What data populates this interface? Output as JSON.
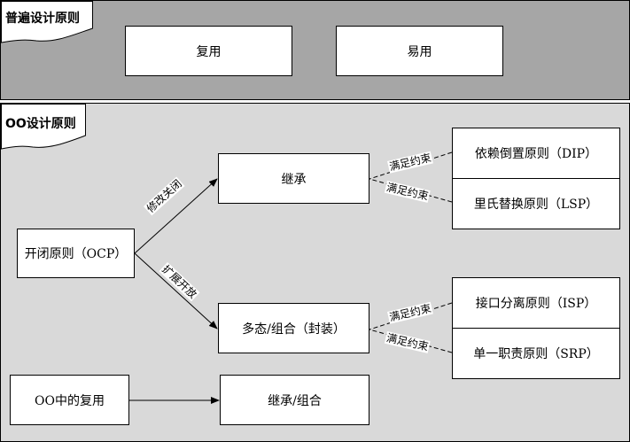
{
  "top_section": {
    "title": "普遍设计原则",
    "boxes": {
      "reuse": "复用",
      "ease_of_use": "易用"
    }
  },
  "oo_section": {
    "title": "OO设计原则",
    "ocp": "开闭原则（OCP）",
    "inheritance": "继承",
    "polymorphism": "多态/组合（封装）",
    "dip": "依赖倒置原则（DIP）",
    "lsp": "里氏替换原则（LSP）",
    "isp": "接口分离原则（ISP）",
    "srp": "单一职责原则（SRP）",
    "oo_reuse": "OO中的复用",
    "inheritance_composition": "继承/组合",
    "edge_labels": {
      "closed_for_modification": "修改关闭",
      "open_for_extension": "扩展开放",
      "constraint_1": "满足约束",
      "constraint_2": "满足约束",
      "constraint_3": "满足约束",
      "constraint_4": "满足约束"
    }
  }
}
